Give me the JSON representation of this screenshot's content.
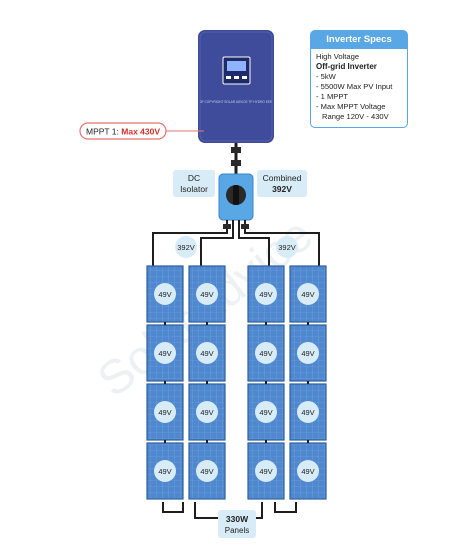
{
  "watermark": "SolarAdvice",
  "inverter": {
    "label_tiny": "3F COPYRIGHT SOLAR ADVICE TP HYDRO EEE"
  },
  "mppt_label": {
    "prefix": "MPPT 1: ",
    "value": "Max 430V"
  },
  "specs": {
    "title": "Inverter Specs",
    "line1": "High Voltage",
    "line2": "Off-grid Inverter",
    "items": [
      "- 5kW",
      "- 5500W Max PV Input",
      "- 1 MPPT",
      "- Max MPPT Voltage",
      "Range 120V - 430V"
    ]
  },
  "dc_isolator": {
    "line1": "DC",
    "line2": "Isolator"
  },
  "combined": {
    "line1": "Combined",
    "line2": "392V"
  },
  "string_voltage_left": "392V",
  "string_voltage_right": "392V",
  "panel_voltage": "49V",
  "panel_caption": {
    "line1": "330W",
    "line2": "Panels"
  },
  "colors": {
    "inverter": "#3e4a97",
    "panel": "#4d85cc",
    "accent_blue": "#5aa7e6",
    "label_bg": "#d8ecf8",
    "mppt_red": "#d32f2f",
    "cable": "#1e1e1e"
  }
}
